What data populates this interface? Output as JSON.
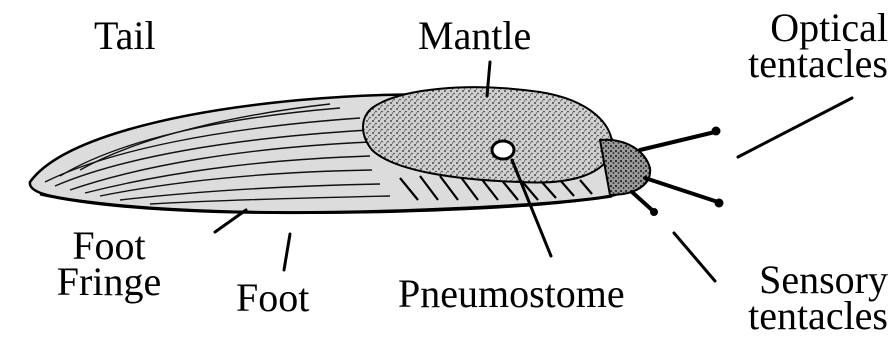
{
  "labels": {
    "tail": "Tail",
    "mantle": "Mantle",
    "optical_tentacles": {
      "line1": "Optical",
      "line2": "tentacles"
    },
    "foot_fringe": {
      "line1": "Foot",
      "line2": "Fringe"
    },
    "foot": "Foot",
    "pneumostome": "Pneumostome",
    "sensory_tentacles": {
      "line1": "Sensory",
      "line2": "tentacles"
    }
  },
  "colors": {
    "ink": "#000000",
    "background": "#ffffff",
    "body_shade": "#d9d9d9",
    "mantle_shade": "#bdbdbd"
  }
}
